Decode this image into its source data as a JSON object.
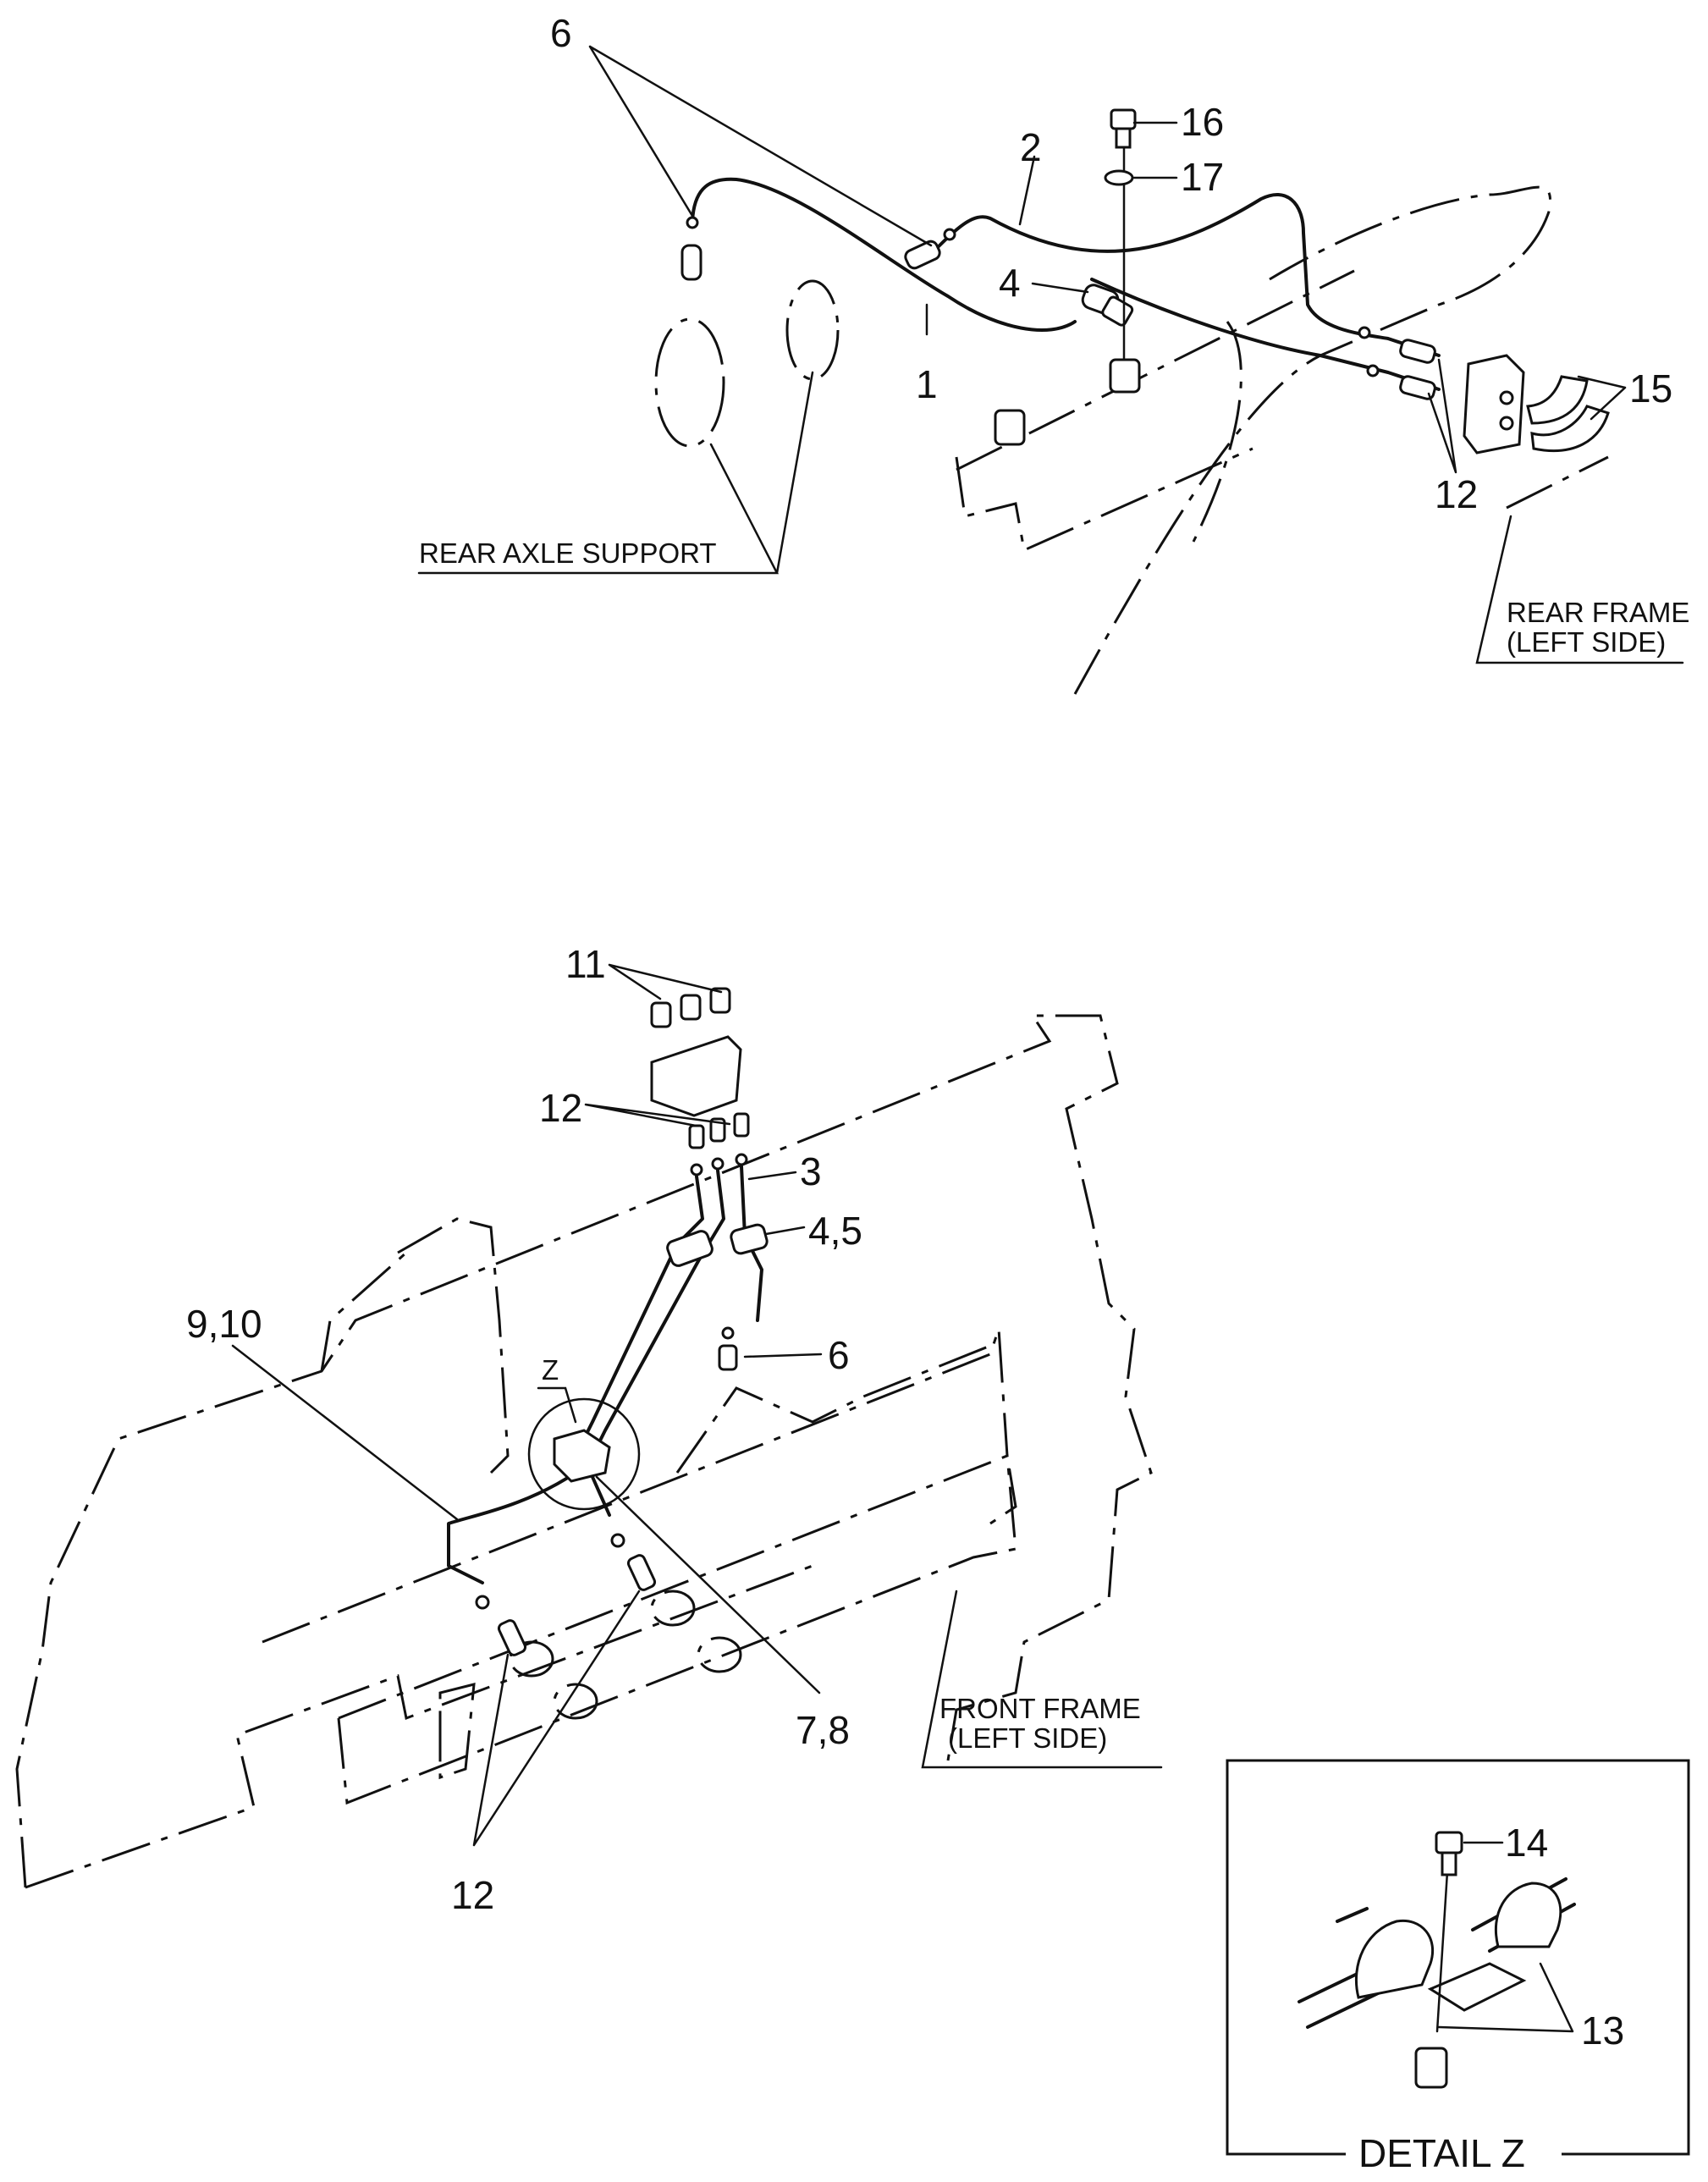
{
  "callouts": {
    "c1": "1",
    "c2": "2",
    "c3": "3",
    "c4": "4",
    "c45": "4,5",
    "c6a": "6",
    "c6b": "6",
    "c78": "7,8",
    "c910": "9,10",
    "c11": "11",
    "c12a": "12",
    "c12b": "12",
    "c12c": "12",
    "c13": "13",
    "c14": "14",
    "c15": "15",
    "c16": "16",
    "c17": "17",
    "z": "Z"
  },
  "captions": {
    "rear_axle_support": "REAR AXLE SUPPORT",
    "rear_frame_1": "REAR FRAME",
    "rear_frame_2": "(LEFT SIDE)",
    "front_frame_1": "FRONT FRAME",
    "front_frame_2": "(LEFT SIDE)",
    "detail_z": "DETAIL Z"
  }
}
